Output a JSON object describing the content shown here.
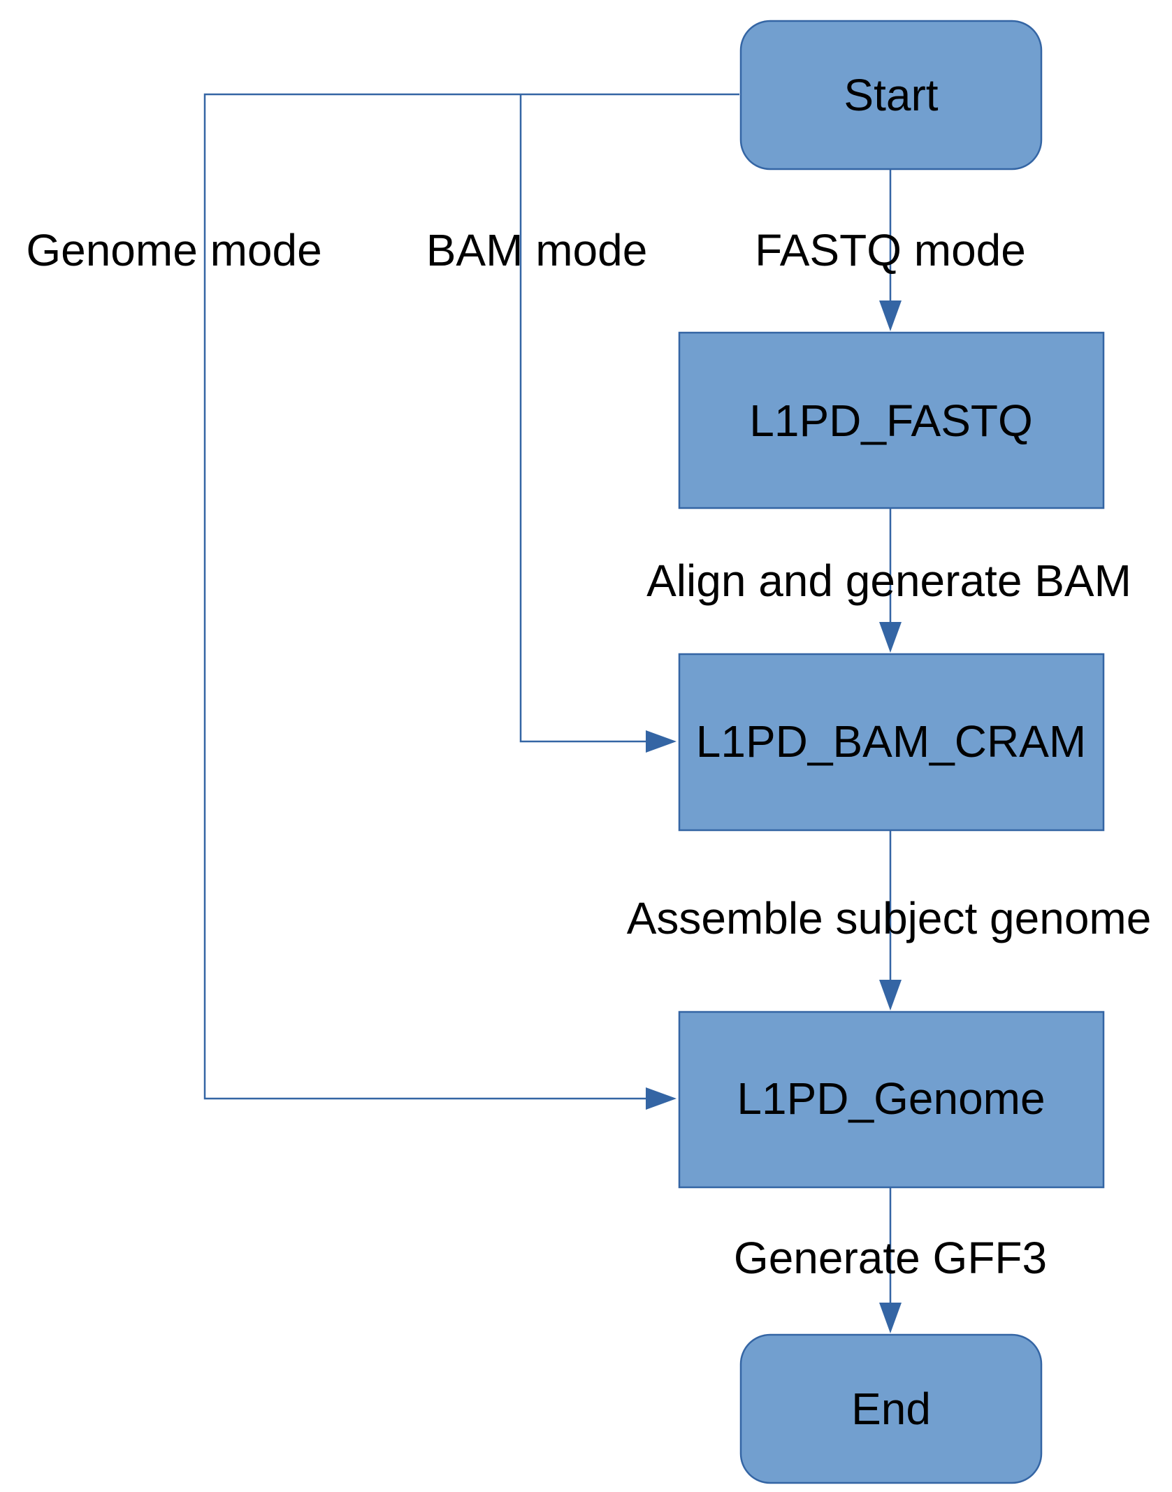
{
  "colors": {
    "node_fill": "#729fcf",
    "node_stroke": "#3465a4",
    "edge": "#3465a4",
    "text": "#000000"
  },
  "nodes": {
    "start": {
      "label": "Start",
      "shape": "rounded-rectangle"
    },
    "fastq": {
      "label": "L1PD_FASTQ",
      "shape": "rectangle"
    },
    "bam_cram": {
      "label": "L1PD_BAM_CRAM",
      "shape": "rectangle"
    },
    "genome": {
      "label": "L1PD_Genome",
      "shape": "rectangle"
    },
    "end": {
      "label": "End",
      "shape": "rounded-rectangle"
    }
  },
  "edges": {
    "genome_mode": {
      "from": "start",
      "to": "genome",
      "label": "Genome mode"
    },
    "bam_mode": {
      "from": "start",
      "to": "bam_cram",
      "label": "BAM mode"
    },
    "fastq_mode": {
      "from": "start",
      "to": "fastq",
      "label": "FASTQ mode"
    },
    "align": {
      "from": "fastq",
      "to": "bam_cram",
      "label": "Align and generate BAM"
    },
    "assemble": {
      "from": "bam_cram",
      "to": "genome",
      "label": "Assemble subject genome"
    },
    "gff3": {
      "from": "genome",
      "to": "end",
      "label": "Generate GFF3"
    }
  }
}
